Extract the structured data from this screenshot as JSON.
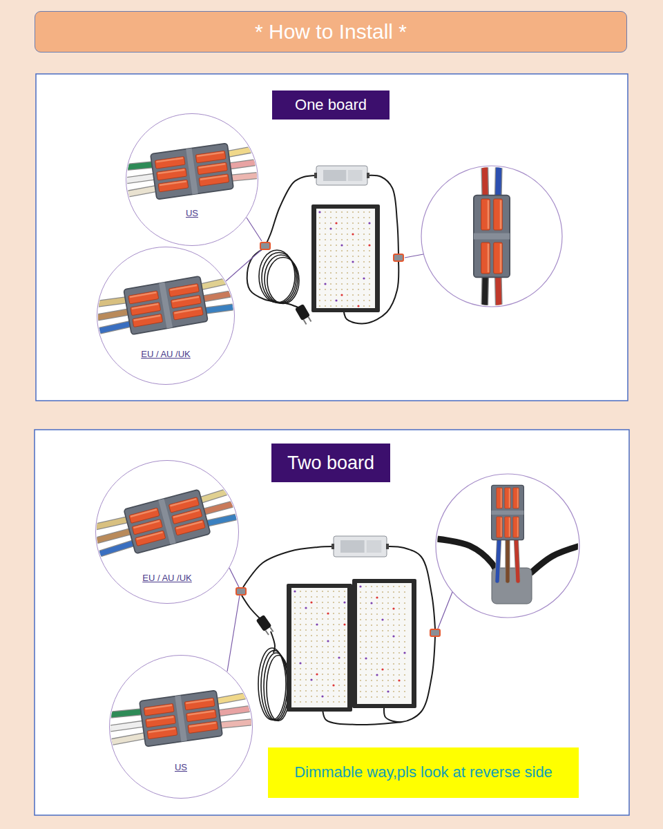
{
  "diagram": {
    "title": "* How to Install *",
    "nodes": [
      {
        "text": [
          "One board"
        ]
      },
      {
        "text": [
          "US"
        ]
      },
      {
        "text": [
          "EU / AU /UK"
        ]
      },
      {
        "text": [
          "Two board"
        ]
      },
      {
        "text": [
          "EU / AU /UK"
        ]
      },
      {
        "text": [
          "US"
        ]
      },
      {
        "text": [
          "Dimmable way,pls look at reverse side"
        ]
      }
    ]
  }
}
